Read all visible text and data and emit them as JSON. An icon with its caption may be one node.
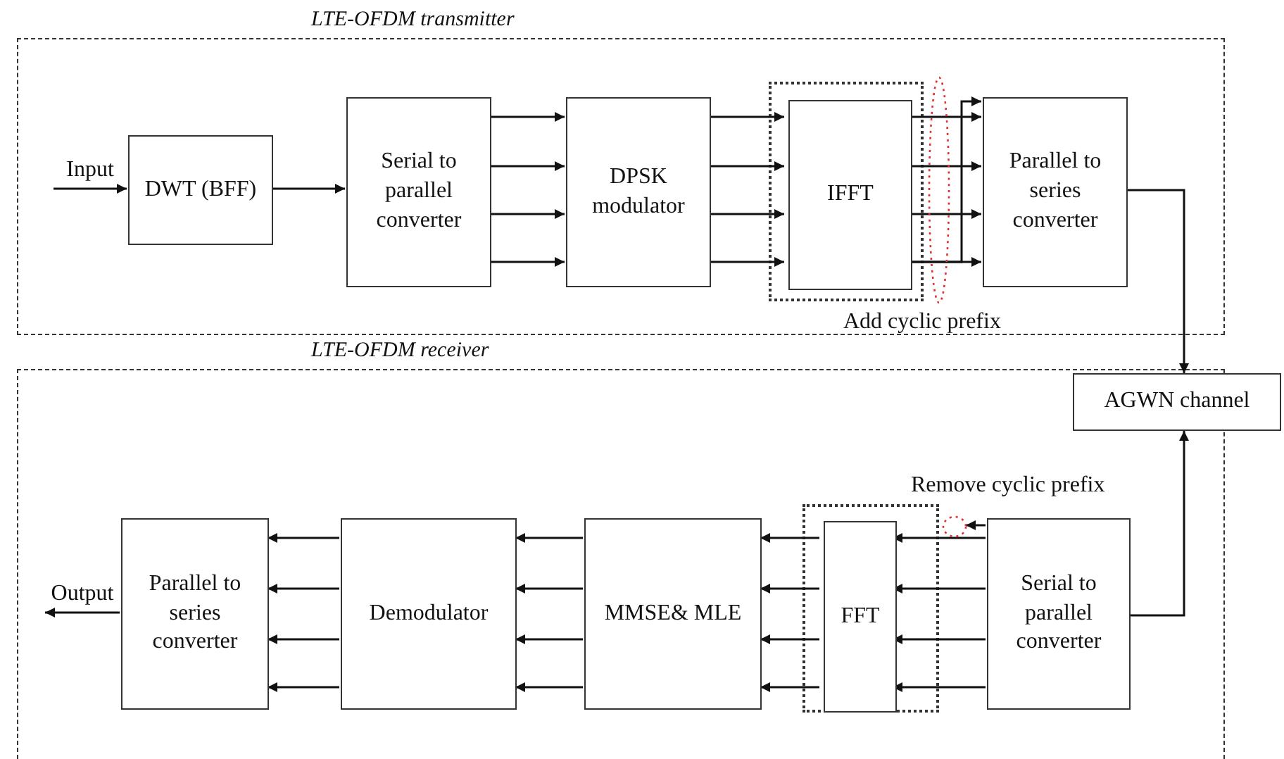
{
  "diagram": {
    "nodes": [
      {
        "text": [
          "LTE-OFDM transmitter"
        ]
      },
      {
        "text": [
          "DWT (BFF)"
        ],
        "in": 0
      },
      {
        "text": [
          "Serial to parallel converter"
        ],
        "in": 0
      },
      {
        "text": [
          "DPSK modulator"
        ],
        "in": 0
      },
      {
        "text": [],
        "shape": "box",
        "in": 0,
        "beside": [
          "Add cyclic prefix"
        ]
      },
      {
        "text": [
          "IFFT"
        ],
        "in": 4
      },
      {
        "text": [
          "Parallel to series converter"
        ],
        "in": 0
      },
      {
        "text": [
          "AGWN channel"
        ]
      },
      {
        "text": [
          "LTE-OFDM receiver"
        ]
      },
      {
        "text": [
          "Parallel to series converter"
        ],
        "in": 8
      },
      {
        "text": [
          "Demodulator"
        ],
        "in": 8
      },
      {
        "text": [
          "MMSE& MLE"
        ],
        "in": 8
      },
      {
        "text": [],
        "shape": "box",
        "in": 8,
        "beside": [
          "Remove cyclic prefix"
        ]
      },
      {
        "text": [
          "FFT"
        ],
        "in": 12
      },
      {
        "text": [
          "Serial to parallel converter"
        ],
        "in": 8
      },
      {
        "text": [],
        "shape": "circle",
        "in": 0
      },
      {
        "text": [],
        "shape": "circle",
        "in": 8
      }
    ],
    "edges": [
      {
        "from": null,
        "to": 1,
        "arrow": "to",
        "label": "Input"
      },
      {
        "from": 1,
        "to": 2,
        "arrow": "to"
      },
      {
        "from": 2,
        "to": 3,
        "arrow": "to"
      },
      {
        "from": 2,
        "to": 3,
        "arrow": "to"
      },
      {
        "from": 2,
        "to": 3,
        "arrow": "to"
      },
      {
        "from": 2,
        "to": 3,
        "arrow": "to"
      },
      {
        "from": 3,
        "to": 5,
        "arrow": "to"
      },
      {
        "from": 3,
        "to": 5,
        "arrow": "to"
      },
      {
        "from": 3,
        "to": 5,
        "arrow": "to"
      },
      {
        "from": 3,
        "to": 5,
        "arrow": "to"
      },
      {
        "from": 5,
        "to": 6,
        "arrow": "to"
      },
      {
        "from": 5,
        "to": 6,
        "arrow": "to"
      },
      {
        "from": 5,
        "to": 6,
        "arrow": "to"
      },
      {
        "from": 5,
        "to": 6,
        "arrow": "to"
      },
      {
        "from": 5,
        "to": 6,
        "arrow": "to"
      },
      {
        "from": 6,
        "to": 7,
        "arrow": "to"
      },
      {
        "from": 14,
        "to": 7,
        "arrow": "to"
      },
      {
        "from": 14,
        "to": 16,
        "arrow": "to"
      },
      {
        "from": 14,
        "to": 13,
        "arrow": "to"
      },
      {
        "from": 14,
        "to": 13,
        "arrow": "to"
      },
      {
        "from": 14,
        "to": 13,
        "arrow": "to"
      },
      {
        "from": 14,
        "to": 13,
        "arrow": "to"
      },
      {
        "from": 13,
        "to": 11,
        "arrow": "to"
      },
      {
        "from": 13,
        "to": 11,
        "arrow": "to"
      },
      {
        "from": 13,
        "to": 11,
        "arrow": "to"
      },
      {
        "from": 13,
        "to": 11,
        "arrow": "to"
      },
      {
        "from": 11,
        "to": 10,
        "arrow": "to"
      },
      {
        "from": 11,
        "to": 10,
        "arrow": "to"
      },
      {
        "from": 11,
        "to": 10,
        "arrow": "to"
      },
      {
        "from": 11,
        "to": 10,
        "arrow": "to"
      },
      {
        "from": 10,
        "to": 9,
        "arrow": "to"
      },
      {
        "from": 10,
        "to": 9,
        "arrow": "to"
      },
      {
        "from": 10,
        "to": 9,
        "arrow": "to"
      },
      {
        "from": 10,
        "to": 9,
        "arrow": "to"
      },
      {
        "from": 9,
        "to": null,
        "arrow": "to",
        "label": "Output"
      }
    ]
  }
}
